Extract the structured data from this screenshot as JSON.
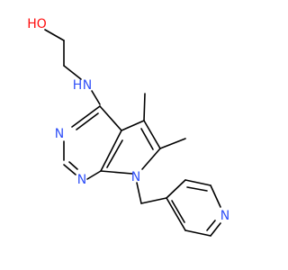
{
  "molecule": {
    "colors": {
      "carbon": "#000000",
      "nitrogen": "#3050F8",
      "oxygen": "#FF0D0D",
      "background": "#FFFFFF"
    },
    "labels": {
      "hydroxyl": "HO",
      "amine_n": "N",
      "amine_h": "H",
      "pyrimidine_n1": "N",
      "pyrimidine_n2": "N",
      "pyrrole_n": "N",
      "pyridine_n": "N"
    }
  }
}
